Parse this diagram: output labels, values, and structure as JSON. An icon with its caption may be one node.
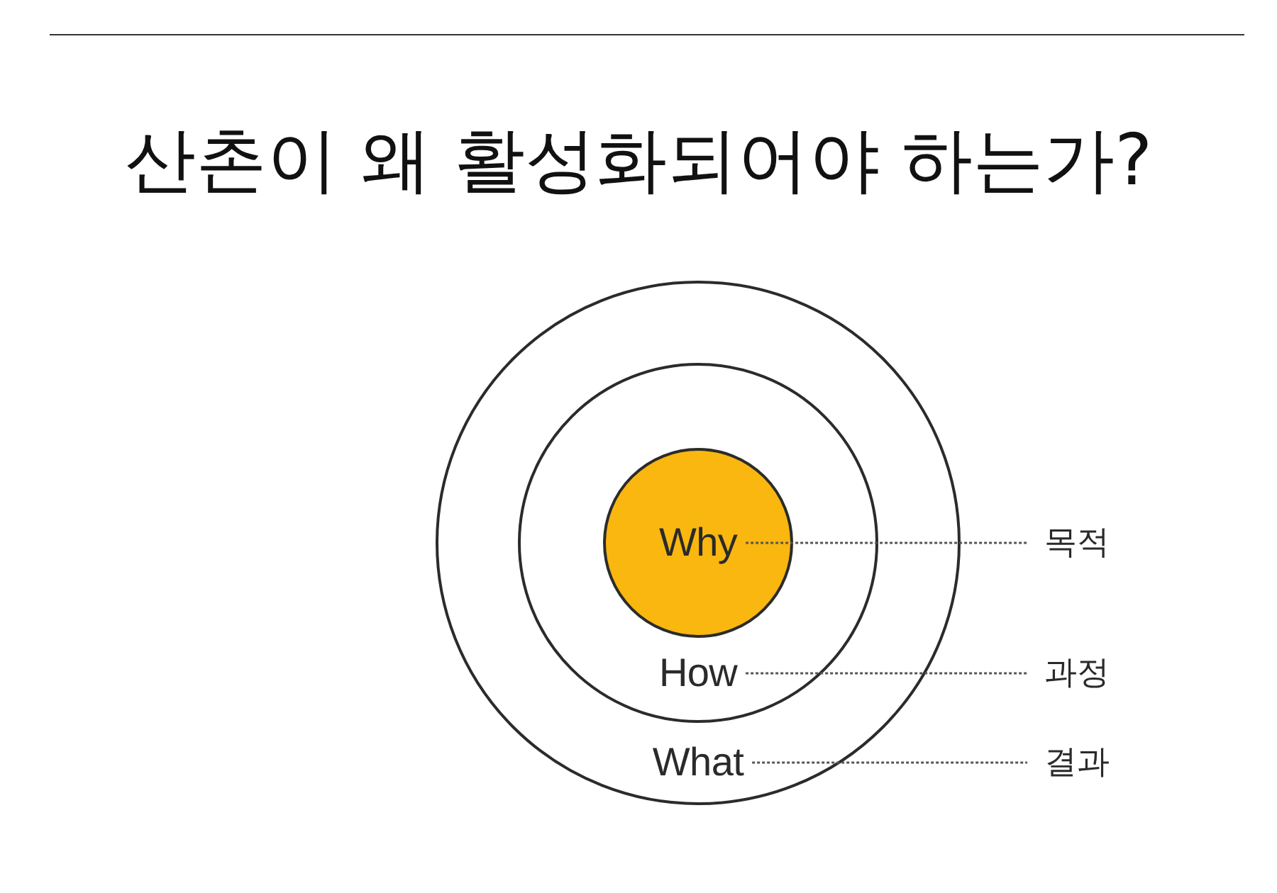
{
  "diagram": {
    "title": "산촌이 왜 활성화되어야 하는가?",
    "nodes": [
      {
        "text": [
          "What"
        ]
      },
      {
        "text": [
          "How"
        ],
        "in": 0
      },
      {
        "text": [
          "Why"
        ],
        "in": 1
      },
      {
        "text": [
          "목적"
        ]
      },
      {
        "text": [
          "과정"
        ]
      },
      {
        "text": [
          "결과"
        ]
      }
    ],
    "edges": [
      {
        "from": 2,
        "to": 3,
        "arrow": "none",
        "style": "dashed"
      },
      {
        "from": 1,
        "to": 4,
        "arrow": "none",
        "style": "dashed"
      },
      {
        "from": 0,
        "to": 5,
        "arrow": "none",
        "style": "dashed"
      }
    ]
  }
}
